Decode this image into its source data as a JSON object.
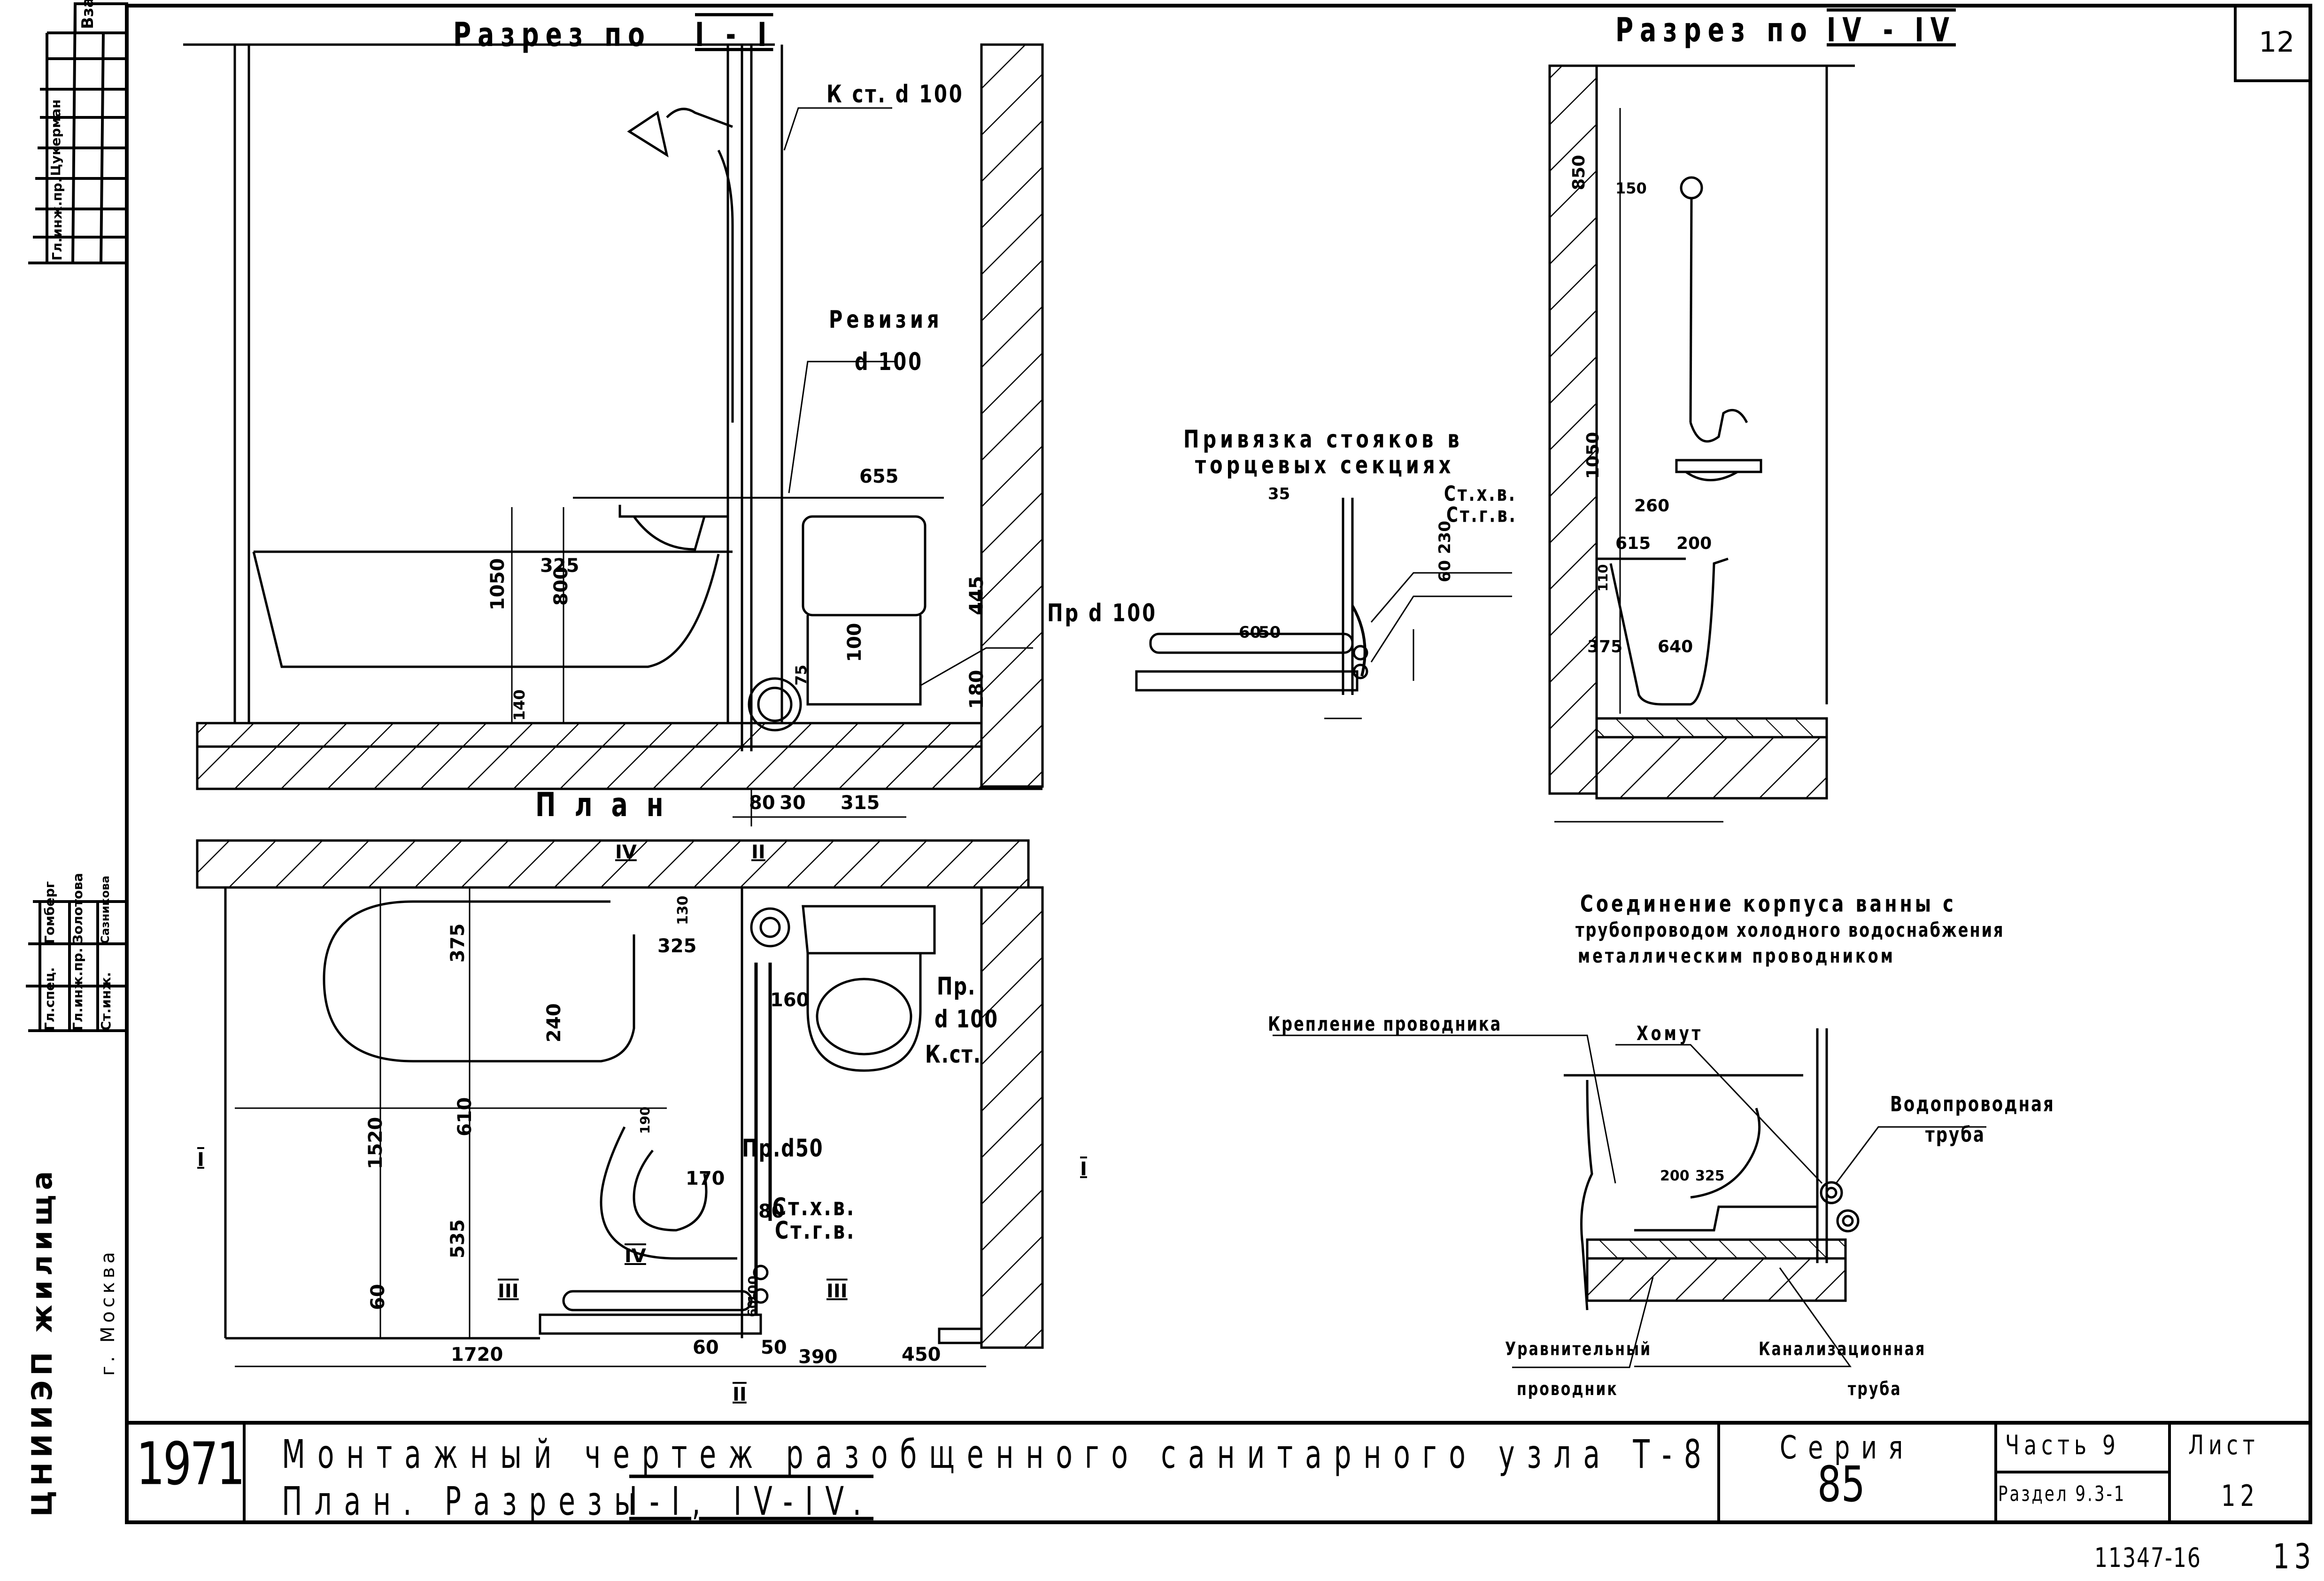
{
  "sheet": {
    "page_corner_number": "12",
    "archive_number": "11347-16",
    "page_index": "13"
  },
  "section_1": {
    "title": "Разрез по",
    "mark": "I - I",
    "labels": {
      "riser": "К ст. d 100",
      "revision": "Ревизия",
      "revision_d": "d 100",
      "pr": "Пр d 100"
    },
    "dims": {
      "d655": "655",
      "d1050": "1050",
      "d800": "800",
      "d325": "325",
      "d445": "445",
      "d100": "100",
      "d75": "75",
      "d180": "180",
      "d140": "140",
      "d80": "80",
      "d30": "30",
      "d315": "315"
    }
  },
  "plan": {
    "title": "План",
    "labels": {
      "pr_d100_a": "Пр.",
      "pr_d100_b": "d 100",
      "k_st": "К.ст.",
      "pr_d50": "Пр.d50",
      "st_hv": "Ст.х.в.",
      "st_gv": "Ст.г.в."
    },
    "section_marks": [
      "IV",
      "II",
      "I",
      "I",
      "III",
      "III",
      "IV",
      "II"
    ],
    "dims": {
      "d130": "130",
      "d375": "375",
      "d325": "325",
      "d160": "160",
      "d240": "240",
      "d1520": "1520",
      "d610": "610",
      "d190": "190",
      "d170": "170",
      "d80": "80",
      "d535": "535",
      "d60a": "60",
      "d1720": "1720",
      "d60b": "60",
      "d50": "50",
      "d390": "390",
      "d450": "450",
      "d100": "100",
      "d60c": "60"
    }
  },
  "risers_detail": {
    "title_line1": "Привязка стояков в",
    "title_line2": "торцевых секциях",
    "labels": {
      "st_hv": "Ст.х.в.",
      "st_gv": "Ст.г.в."
    },
    "dims": {
      "d35": "35",
      "d230": "230",
      "d60v": "60",
      "d60": "60",
      "d50": "50"
    }
  },
  "section_4": {
    "title": "Разрез по",
    "mark": "IV - IV",
    "dims": {
      "d850": "850",
      "d150": "150",
      "d1050": "1050",
      "d260": "260",
      "d615": "615",
      "d200": "200",
      "d110": "110",
      "d375": "375",
      "d640": "640"
    }
  },
  "bath_connection": {
    "title_line1": "Соединение корпуса ванны с",
    "title_line2": "трубопроводом холодного водоснабжения",
    "title_line3": "металлическим проводником",
    "labels": {
      "fastening": "Крепление проводника",
      "clamp": "Хомут",
      "water_pipe_1": "Водопроводная",
      "water_pipe_2": "труба",
      "equalizer_1": "Уравнительный",
      "equalizer_2": "проводник",
      "sewer_1": "Канализационная",
      "sewer_2": "труба"
    },
    "dims": {
      "d200": "200",
      "d325": "325"
    }
  },
  "title_block": {
    "year": "1971",
    "title_line1": "Монтажный чертеж разобщенного санитарного узла Т-8",
    "title_line2_prefix": "План. Разрезы",
    "title_line2_marks": "I-I, IV-IV.",
    "series_label": "Серия",
    "series_value": "85",
    "part_label": "Часть 9",
    "section_label": "Раздел 9.3-1",
    "sheet_label": "Лист",
    "sheet_value": "12"
  },
  "side_stamp": {
    "replace_label": "Взамен",
    "names": [
      "Цукерман",
      "Гомберг",
      "Золотова",
      "Сазникова"
    ],
    "roles": [
      "Гл.инж.пр.",
      "Гл.спец.",
      "Гл.инж.пр.",
      "Ст.инж."
    ],
    "org_line1": "ЦНИИЭП жилища",
    "org_line2": "г. Москва"
  }
}
